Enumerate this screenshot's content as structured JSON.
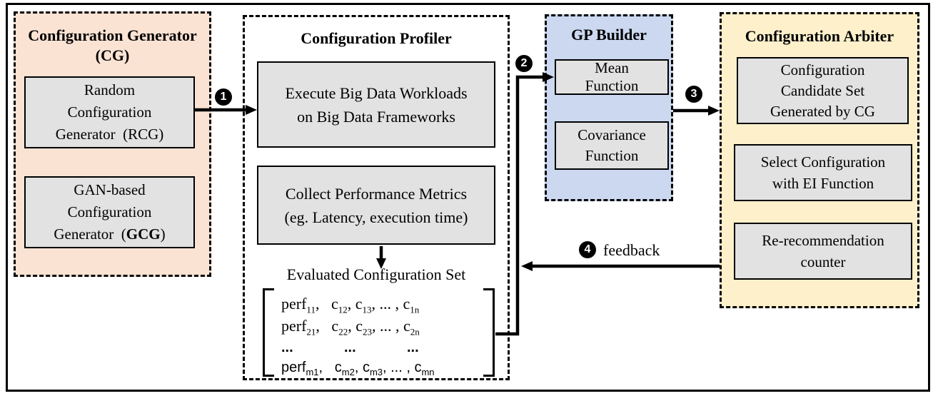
{
  "colors": {
    "cg_bg": "#FBE3D4",
    "gp_bg": "#CBD8F0",
    "arbiter_bg": "#FDF0CB",
    "box_bg": "#E3E2E2",
    "line": "#000000"
  },
  "panels": {
    "cg": {
      "title_line1": "Configuration Generator",
      "title_line2": "(CG)",
      "rcg": {
        "line1": "Random",
        "line2": "Configuration",
        "line3": "Generator  (RCG)"
      },
      "gcg": {
        "line1": "GAN-based",
        "line2": "Configuration",
        "line3_prefix": "Generator  (",
        "line3_bold": "GCG",
        "line3_suffix": ")"
      }
    },
    "profiler": {
      "title": "Configuration Profiler",
      "execute_box": {
        "line1": "Execute Big Data Workloads",
        "line2": "on Big Data Frameworks"
      },
      "collect_box": {
        "line1": "Collect Performance Metrics",
        "line2": "(eg. Latency, execution time)"
      },
      "evaluated_label": "Evaluated Configuration Set"
    },
    "gp": {
      "title": "GP Builder",
      "mean_box": {
        "line1": "Mean",
        "line2": "Function"
      },
      "covariance_box": {
        "line1": "Covariance",
        "line2": "Function"
      }
    },
    "arbiter": {
      "title": "Configuration Arbiter",
      "candidate_box": {
        "line1": "Configuration",
        "line2": "Candidate Set",
        "line3": "Generated by CG"
      },
      "select_box": {
        "line1": "Select Configuration",
        "line2": "with EI Function"
      },
      "counter_box": {
        "line1": "Re-recommendation",
        "line2": "counter"
      }
    }
  },
  "matrix": {
    "rows": [
      {
        "style": "serif",
        "segs": [
          [
            "perf",
            "11"
          ],
          [
            ",   "
          ],
          [
            "c",
            "12"
          ],
          [
            ", "
          ],
          [
            "c",
            "13"
          ],
          [
            ", ... , "
          ],
          [
            "c",
            "1n"
          ]
        ]
      },
      {
        "style": "serif",
        "segs": [
          [
            "perf",
            "21"
          ],
          [
            ",   "
          ],
          [
            "c",
            "22"
          ],
          [
            ", "
          ],
          [
            "c",
            "23"
          ],
          [
            ", ... , "
          ],
          [
            "c",
            "2n"
          ]
        ]
      },
      {
        "style": "dots",
        "segs": [
          [
            "..."
          ],
          [
            "..."
          ],
          [
            "..."
          ]
        ]
      },
      {
        "style": "sans",
        "segs": [
          [
            "perf",
            "m1"
          ],
          [
            ",   "
          ],
          [
            "c",
            "m2"
          ],
          [
            ", "
          ],
          [
            "c",
            "m3"
          ],
          [
            ", ... , "
          ],
          [
            "c",
            "mn"
          ]
        ]
      }
    ]
  },
  "arrows": {
    "step1": "1",
    "step2": "2",
    "step3": "3",
    "step4": "4",
    "feedback_label": "feedback"
  }
}
